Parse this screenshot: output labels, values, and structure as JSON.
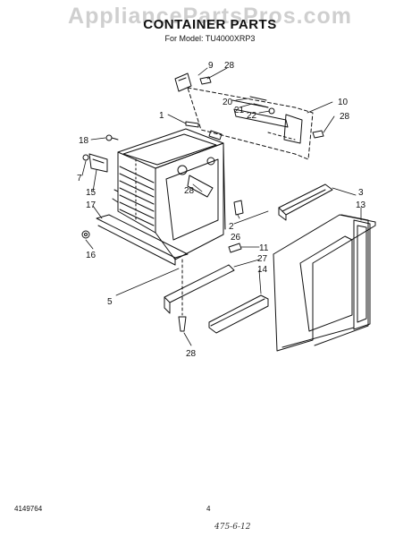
{
  "watermark": "AppliancePartsPros.com",
  "title": "CONTAINER PARTS",
  "subtitle": "For Model: TU4000XRP3",
  "callouts": {
    "c1": "1",
    "c2": "2",
    "c3": "3",
    "c5": "5",
    "c7": "7",
    "c9": "9",
    "c10": "10",
    "c11": "11",
    "c13": "13",
    "c14": "14",
    "c15": "15",
    "c16": "16",
    "c17": "17",
    "c18": "18",
    "c20": "20",
    "c21": "21",
    "c22": "22",
    "c26": "26",
    "c27": "27",
    "c28a": "28",
    "c28b": "28",
    "c28c": "28",
    "c28d": "28"
  },
  "footer": {
    "doc_number": "4149764",
    "page_number": "4",
    "handwritten": "475-6-12"
  }
}
